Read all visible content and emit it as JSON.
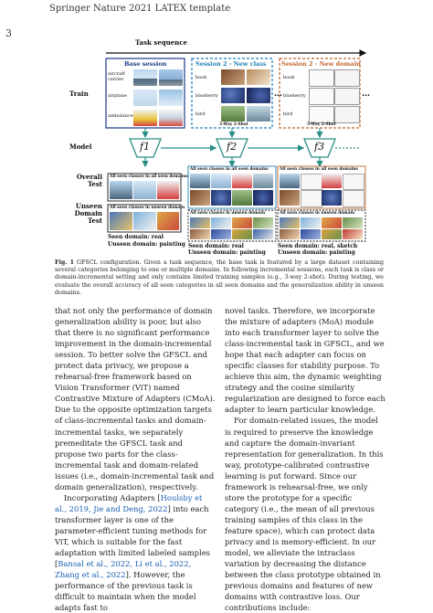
{
  "header": {
    "running_head": "Springer Nature 2021 LATEX template",
    "page_number": "3"
  },
  "figure": {
    "task_sequence_label": "Task sequence",
    "sessions": {
      "base": "Base session",
      "new_class": "Session 2 - New class",
      "new_domain": "Session 2 - New domain"
    },
    "rows": {
      "train": "Train",
      "model": "Model",
      "overall_test": "Overall Test",
      "unseen_domain_test": "Unseen Domain Test"
    },
    "train_labels": {
      "base": [
        "aircraft carrier",
        "airplane",
        "ambulance"
      ],
      "new_class": [
        "book",
        "blueberry",
        "bird"
      ],
      "new_domain": [
        "book",
        "blueberry",
        "bird"
      ]
    },
    "shot_labels": {
      "new_class": "3-Way 2-Shot",
      "new_domain": "3-Way 2-Shot"
    },
    "ellipsis": "…",
    "model_functions": [
      "f1",
      "f2",
      "f3"
    ],
    "test_box_labels": {
      "seen_classes_seen_domains": "All seen classes in all seen domains",
      "seen_classes_unseen_domain": "All seen classes in unseen domain"
    },
    "domain_notes": {
      "base_seen": "Seen domain: real",
      "base_unseen": "Unseen domain: painting",
      "class_seen": "Seen domain: real",
      "class_unseen": "Unseen domain: painting",
      "domain_seen": "Seen domain: real, sketch",
      "domain_unseen": "Unseen domain: painting"
    }
  },
  "caption": {
    "label": "Fig. 1",
    "text": "GFSCL configuration. Given a task sequence, the base task is featured by a large dataset containing several categories belonging to one or multiple domains. In following incremental sessions, each task is class or domain-incremental setting and only contains limited training samples (e.g., 3-way 2-shot). During testing, we evaluate the overall accuracy of all seen categories in all seen domains and the generalization ability in unseen domains."
  },
  "body": {
    "left_col": [
      {
        "text": "that not only the performance of domain generalization ability is poor, but also that there is no significant performance improvement in the domain-incremental session. To better solve the GFSCL and protect data privacy, we propose a rehearsal-free framework based on Vision Transformer (ViT) named Contrastive Mixture of Adapters (CMoA). Due to the opposite optimization targets of class-incremental tasks and domain-incremental tasks, we separately premeditate the GFSCL task and propose two parts for the class-incremental task and domain-related issues (i.e., domain-incremental task and domain generalization), respectively."
      },
      {
        "pre": "Incorporating Adapters [",
        "ref1": "Houlsby et al., 2019, Jie and Deng, 2022",
        "mid": "] into each transformer layer is one of the parameter-efficient tuning methods for ViT, which is suitable for the fast adaptation with limited labeled samples [",
        "ref2": "Bansal et al., 2022, Li et al., 2022, Zhang et al., 2022",
        "post": "]. However, the performance of the previous task is difficult to maintain when the model adapts fast to"
      }
    ],
    "right_col": [
      {
        "text": "novel tasks. Therefore, we incorporate the mixture of adapters (MoA) module into each transformer layer to solve the class-incremental task in GFSCL, and we hope that each adapter can focus on specific classes for stability purpose. To achieve this aim, the dynamic weighting strategy and the cosine similarity regularization are designed to force each adapter to learn particular knowledge."
      },
      {
        "text": "For domain-related issues, the model is required to preserve the knowledge and capture the domain-invariant representation for generalization. In this way, prototype-calibrated contrastive learning is put forward. Since our framework is rehearsal-free, we only store the prototype for a specific category (i.e., the mean of all previous training samples of this class in the feature space), which can protect data privacy and is memory-efficient. In our model, we alleviate the intraclass variation by decreasing the distance between the class prototype obtained in previous domains and features of new domains with contrastive loss. Our contributions include:"
      }
    ]
  }
}
